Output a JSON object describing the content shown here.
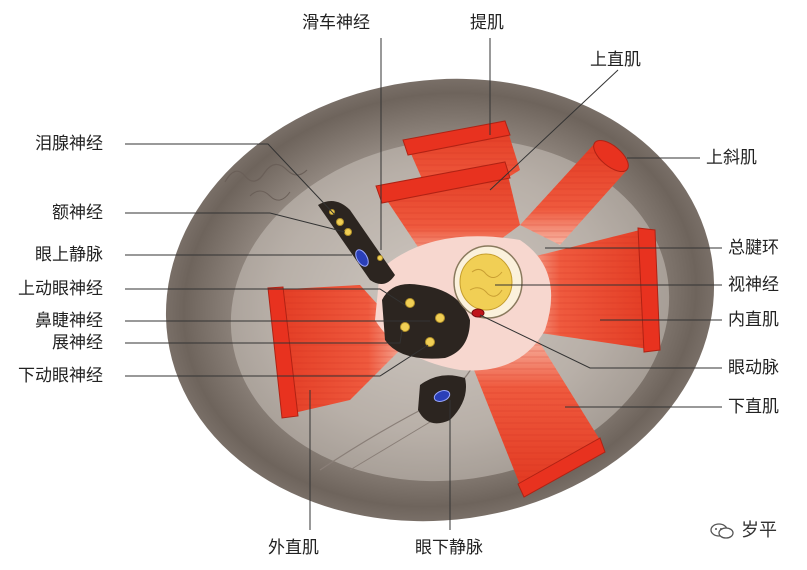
{
  "labels": {
    "trochlear_nerve": "滑车神经",
    "levator": "提肌",
    "superior_rectus": "上直肌",
    "superior_oblique": "上斜肌",
    "lacrimal_nerve": "泪腺神经",
    "frontal_nerve": "额神经",
    "superior_ophthalmic_vein": "眼上静脉",
    "oculomotor_superior": "上动眼神经",
    "nasociliary_nerve": "鼻睫神经",
    "abducens_nerve": "展神经",
    "oculomotor_inferior": "下动眼神经",
    "common_tendinous_ring": "总腱环",
    "optic_nerve": "视神经",
    "medial_rectus": "内直肌",
    "ophthalmic_artery": "眼动脉",
    "inferior_rectus": "下直肌",
    "lateral_rectus": "外直肌",
    "inferior_ophthalmic_vein": "眼下静脉"
  },
  "watermark": {
    "text": "岁平",
    "icon": "wechat-icon"
  },
  "colors": {
    "muscle": "#e8321f",
    "muscle_light": "#f6a08a",
    "tendon": "#f7d7cf",
    "nerve": "#f1cf55",
    "vein": "#2a3fb8",
    "artery": "#c0141a",
    "bone": "#5b4f47"
  }
}
